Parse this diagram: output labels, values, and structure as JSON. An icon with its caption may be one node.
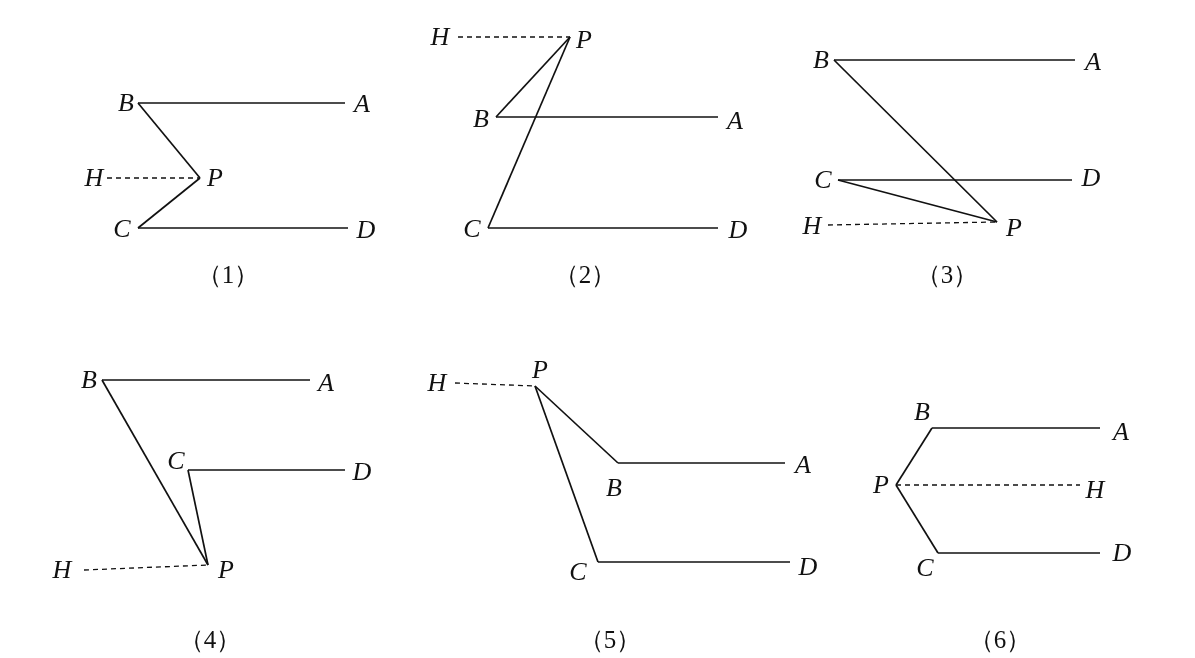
{
  "diagram": {
    "nodes": [
      {
        "text": [
          "B"
        ]
      },
      {
        "text": [
          "A"
        ]
      },
      {
        "text": [
          "H"
        ]
      },
      {
        "text": [
          "P"
        ]
      },
      {
        "text": [
          "C"
        ]
      },
      {
        "text": [
          "D"
        ]
      },
      {
        "text": [
          "H"
        ]
      },
      {
        "text": [
          "P"
        ]
      },
      {
        "text": [
          "B"
        ]
      },
      {
        "text": [
          "A"
        ]
      },
      {
        "text": [
          "C"
        ]
      },
      {
        "text": [
          "D"
        ]
      },
      {
        "text": [
          "B"
        ]
      },
      {
        "text": [
          "A"
        ]
      },
      {
        "text": [
          "C"
        ]
      },
      {
        "text": [
          "D"
        ]
      },
      {
        "text": [
          "H"
        ]
      },
      {
        "text": [
          "P"
        ]
      },
      {
        "text": [
          "B"
        ]
      },
      {
        "text": [
          "A"
        ]
      },
      {
        "text": [
          "C"
        ]
      },
      {
        "text": [
          "D"
        ]
      },
      {
        "text": [
          "H"
        ]
      },
      {
        "text": [
          "P"
        ]
      },
      {
        "text": [
          "H"
        ]
      },
      {
        "text": [
          "P"
        ]
      },
      {
        "text": [
          "B"
        ]
      },
      {
        "text": [
          "A"
        ]
      },
      {
        "text": [
          "C"
        ]
      },
      {
        "text": [
          "D"
        ]
      },
      {
        "text": [
          "B"
        ]
      },
      {
        "text": [
          "A"
        ]
      },
      {
        "text": [
          "P"
        ]
      },
      {
        "text": [
          "H"
        ]
      },
      {
        "text": [
          "C"
        ]
      },
      {
        "text": [
          "D"
        ]
      }
    ],
    "edges": [
      {
        "from": 0,
        "to": 1,
        "arrow": "none"
      },
      {
        "from": 0,
        "to": 3,
        "arrow": "none"
      },
      {
        "from": 3,
        "to": 4,
        "arrow": "none"
      },
      {
        "from": 4,
        "to": 5,
        "arrow": "none"
      },
      {
        "from": 2,
        "to": 3,
        "arrow": "none",
        "style": "dashed"
      },
      {
        "from": 6,
        "to": 7,
        "arrow": "none",
        "style": "dashed"
      },
      {
        "from": 8,
        "to": 7,
        "arrow": "none"
      },
      {
        "from": 8,
        "to": 9,
        "arrow": "none"
      },
      {
        "from": 7,
        "to": 10,
        "arrow": "none"
      },
      {
        "from": 10,
        "to": 11,
        "arrow": "none"
      },
      {
        "from": 12,
        "to": 13,
        "arrow": "none"
      },
      {
        "from": 12,
        "to": 17,
        "arrow": "none"
      },
      {
        "from": 14,
        "to": 15,
        "arrow": "none"
      },
      {
        "from": 14,
        "to": 17,
        "arrow": "none"
      },
      {
        "from": 16,
        "to": 17,
        "arrow": "none",
        "style": "dashed"
      },
      {
        "from": 18,
        "to": 19,
        "arrow": "none"
      },
      {
        "from": 18,
        "to": 23,
        "arrow": "none"
      },
      {
        "from": 20,
        "to": 21,
        "arrow": "none"
      },
      {
        "from": 20,
        "to": 23,
        "arrow": "none"
      },
      {
        "from": 22,
        "to": 23,
        "arrow": "none",
        "style": "dashed"
      },
      {
        "from": 24,
        "to": 25,
        "arrow": "none",
        "style": "dashed"
      },
      {
        "from": 25,
        "to": 26,
        "arrow": "none"
      },
      {
        "from": 26,
        "to": 27,
        "arrow": "none"
      },
      {
        "from": 25,
        "to": 28,
        "arrow": "none"
      },
      {
        "from": 28,
        "to": 29,
        "arrow": "none"
      },
      {
        "from": 30,
        "to": 31,
        "arrow": "none"
      },
      {
        "from": 32,
        "to": 30,
        "arrow": "none"
      },
      {
        "from": 32,
        "to": 33,
        "arrow": "none",
        "style": "dashed"
      },
      {
        "from": 32,
        "to": 34,
        "arrow": "none"
      },
      {
        "from": 34,
        "to": 35,
        "arrow": "none"
      }
    ],
    "labels": [
      "（1）",
      "（2）",
      "（3）",
      "（4）",
      "（5）",
      "（6）"
    ]
  }
}
